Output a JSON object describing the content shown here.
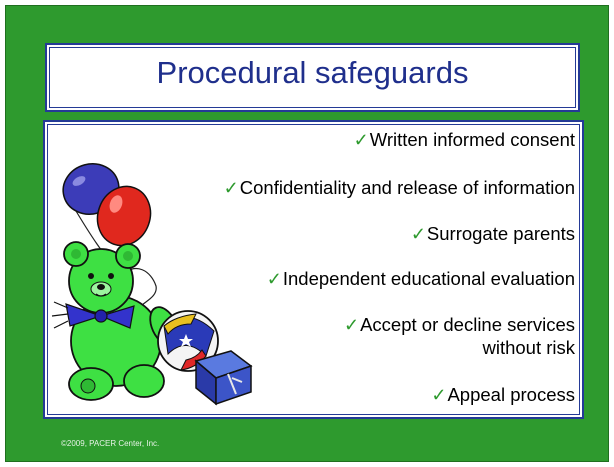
{
  "slide": {
    "title": "Procedural safeguards",
    "bullets": [
      "Written informed consent",
      "Confidentiality and release of information",
      "Surrogate parents",
      "Independent educational evaluation",
      "Accept or decline services",
      "without risk",
      "Appeal process"
    ],
    "check_symbol": "✓",
    "footer": "©2009, PACER Center, Inc."
  },
  "colors": {
    "background_green": "#2e9a2e",
    "border_blue": "#243a96",
    "title_blue": "#1f2f8c",
    "check_green": "#2e9a2e"
  },
  "icons": [
    "balloons-teddy-bear-ball-block-clipart",
    "check-icon"
  ]
}
